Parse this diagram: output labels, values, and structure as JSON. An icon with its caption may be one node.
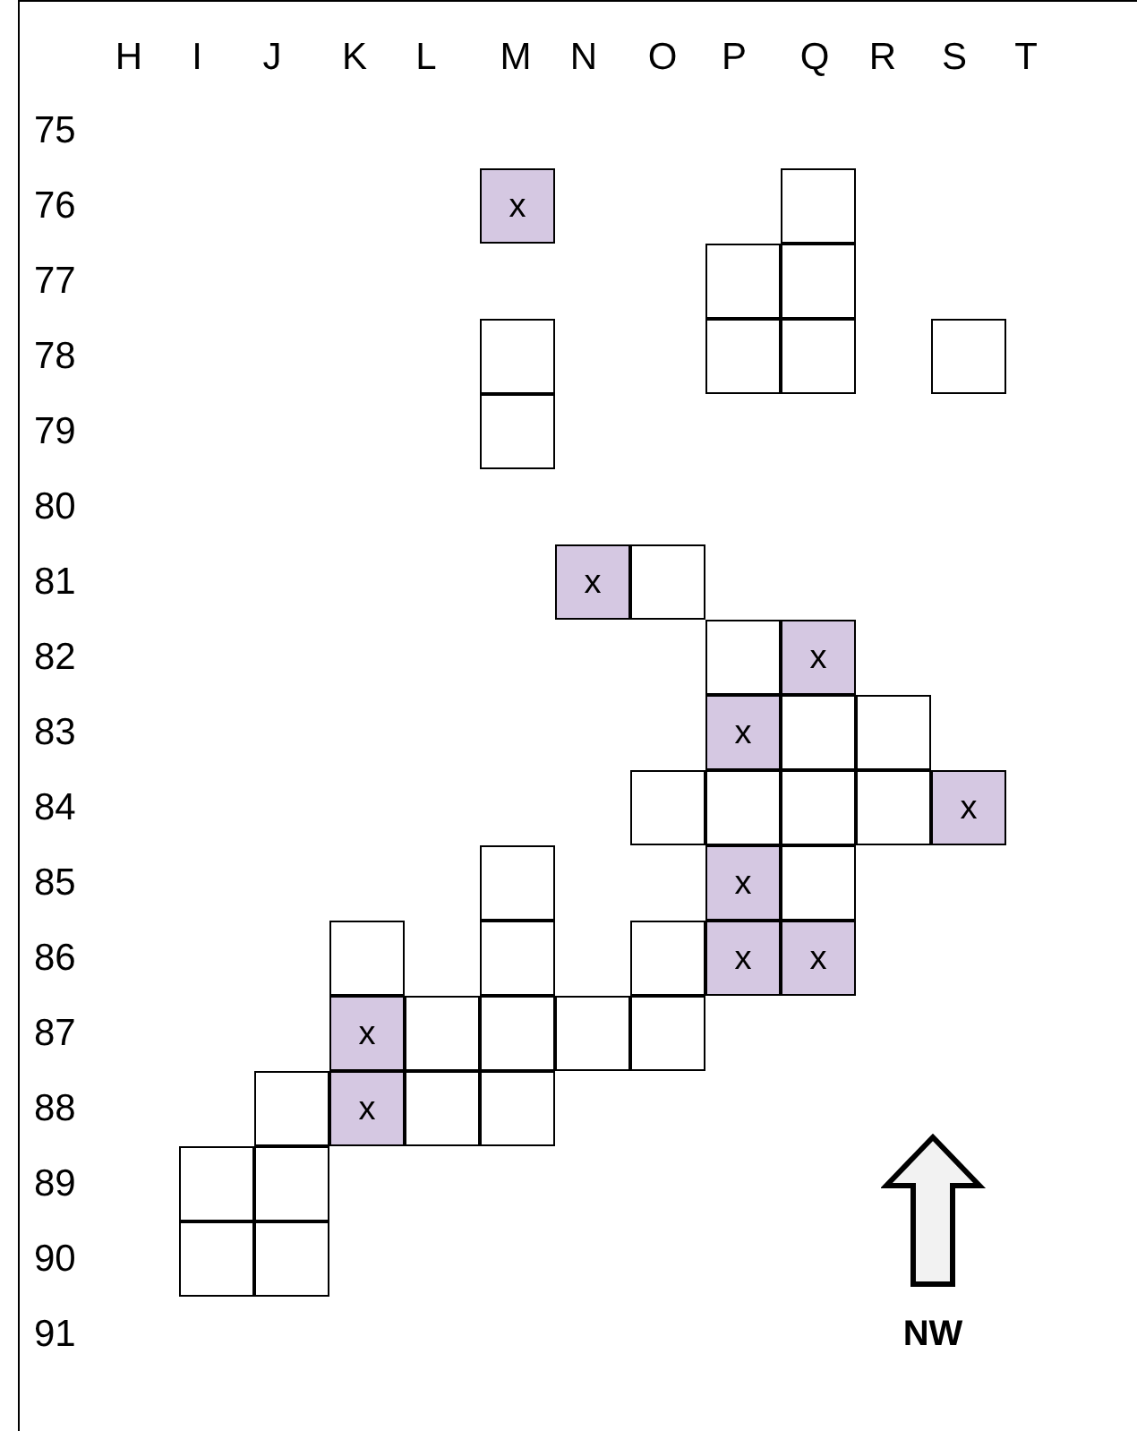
{
  "diagram": {
    "nodes": [
      {
        "text": [
          "x"
        ]
      },
      {
        "text": [],
        "shape": "box"
      },
      {
        "text": [],
        "shape": "box"
      },
      {
        "text": [],
        "shape": "box"
      },
      {
        "text": [],
        "shape": "box"
      },
      {
        "text": [],
        "shape": "box"
      },
      {
        "text": [],
        "shape": "box"
      },
      {
        "text": [],
        "shape": "box"
      },
      {
        "text": [],
        "shape": "box"
      },
      {
        "text": [
          "x"
        ]
      },
      {
        "text": [],
        "shape": "box"
      },
      {
        "text": [],
        "shape": "box"
      },
      {
        "text": [
          "x"
        ]
      },
      {
        "text": [
          "x"
        ]
      },
      {
        "text": [],
        "shape": "box"
      },
      {
        "text": [],
        "shape": "box"
      },
      {
        "text": [],
        "shape": "box"
      },
      {
        "text": [],
        "shape": "box"
      },
      {
        "text": [],
        "shape": "box"
      },
      {
        "text": [],
        "shape": "box"
      },
      {
        "text": [
          "x"
        ]
      },
      {
        "text": [],
        "shape": "box"
      },
      {
        "text": [
          "x"
        ]
      },
      {
        "text": [],
        "shape": "box"
      },
      {
        "text": [],
        "shape": "box"
      },
      {
        "text": [],
        "shape": "box"
      },
      {
        "text": [],
        "shape": "box"
      },
      {
        "text": [
          "x"
        ]
      },
      {
        "text": [
          "x"
        ]
      },
      {
        "text": [
          "x"
        ]
      },
      {
        "text": [],
        "shape": "box"
      },
      {
        "text": [],
        "shape": "box"
      },
      {
        "text": [],
        "shape": "box"
      },
      {
        "text": [],
        "shape": "box"
      },
      {
        "text": [],
        "shape": "box"
      },
      {
        "text": [
          "x"
        ]
      },
      {
        "text": [],
        "shape": "box"
      },
      {
        "text": [],
        "shape": "box"
      },
      {
        "text": [],
        "shape": "box"
      },
      {
        "text": [],
        "shape": "box"
      },
      {
        "text": [],
        "shape": "box"
      },
      {
        "text": [],
        "shape": "box"
      }
    ],
    "labels": [
      "H",
      "I",
      "J",
      "K",
      "L",
      "M",
      "N",
      "O",
      "P",
      "Q",
      "R",
      "S",
      "T",
      "75",
      "76",
      "77",
      "78",
      "79",
      "80",
      "81",
      "82",
      "83",
      "84",
      "85",
      "86",
      "87",
      "88",
      "89",
      "90",
      "91",
      "NW"
    ]
  }
}
